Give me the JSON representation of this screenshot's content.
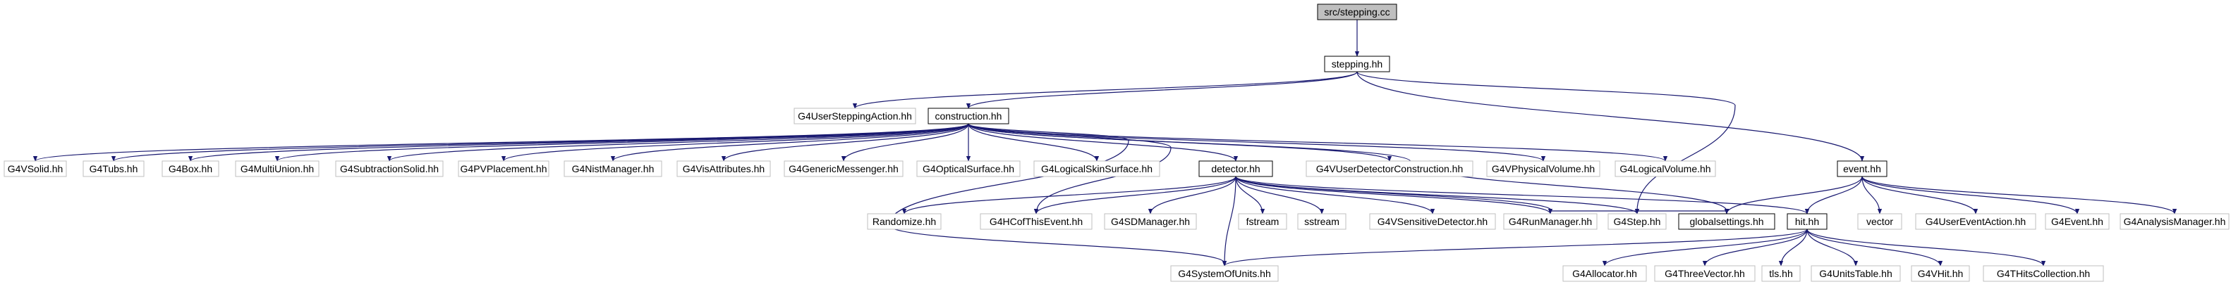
{
  "diagram": {
    "type": "include-dependency-graph",
    "colors": {
      "edge": "#191970",
      "external_border": "#bfbfbf",
      "project_border": "#000000",
      "root_fill": "#bfbfbf"
    },
    "nodes": [
      {
        "id": "stepping_cc",
        "label": "src/stepping.cc",
        "kind": "root"
      },
      {
        "id": "stepping_hh",
        "label": "stepping.hh",
        "kind": "project"
      },
      {
        "id": "G4UserSteppingAction",
        "label": "G4UserSteppingAction.hh",
        "kind": "external"
      },
      {
        "id": "construction",
        "label": "construction.hh",
        "kind": "project"
      },
      {
        "id": "event",
        "label": "event.hh",
        "kind": "project"
      },
      {
        "id": "G4VSolid",
        "label": "G4VSolid.hh",
        "kind": "external"
      },
      {
        "id": "G4Tubs",
        "label": "G4Tubs.hh",
        "kind": "external"
      },
      {
        "id": "G4Box",
        "label": "G4Box.hh",
        "kind": "external"
      },
      {
        "id": "G4MultiUnion",
        "label": "G4MultiUnion.hh",
        "kind": "external"
      },
      {
        "id": "G4SubtractionSolid",
        "label": "G4SubtractionSolid.hh",
        "kind": "external"
      },
      {
        "id": "G4PVPlacement",
        "label": "G4PVPlacement.hh",
        "kind": "external"
      },
      {
        "id": "G4NistManager",
        "label": "G4NistManager.hh",
        "kind": "external"
      },
      {
        "id": "G4VisAttributes",
        "label": "G4VisAttributes.hh",
        "kind": "external"
      },
      {
        "id": "G4GenericMessenger",
        "label": "G4GenericMessenger.hh",
        "kind": "external"
      },
      {
        "id": "G4OpticalSurface",
        "label": "G4OpticalSurface.hh",
        "kind": "external"
      },
      {
        "id": "G4LogicalSkinSurface",
        "label": "G4LogicalSkinSurface.hh",
        "kind": "external"
      },
      {
        "id": "detector",
        "label": "detector.hh",
        "kind": "project"
      },
      {
        "id": "G4VUserDetectorConstruction",
        "label": "G4VUserDetectorConstruction.hh",
        "kind": "external"
      },
      {
        "id": "G4VPhysicalVolume",
        "label": "G4VPhysicalVolume.hh",
        "kind": "external"
      },
      {
        "id": "G4LogicalVolume",
        "label": "G4LogicalVolume.hh",
        "kind": "external"
      },
      {
        "id": "Randomize",
        "label": "Randomize.hh",
        "kind": "external"
      },
      {
        "id": "G4HCofThisEvent",
        "label": "G4HCofThisEvent.hh",
        "kind": "external"
      },
      {
        "id": "G4SDManager",
        "label": "G4SDManager.hh",
        "kind": "external"
      },
      {
        "id": "fstream",
        "label": "fstream",
        "kind": "external"
      },
      {
        "id": "sstream",
        "label": "sstream",
        "kind": "external"
      },
      {
        "id": "G4VSensitiveDetector",
        "label": "G4VSensitiveDetector.hh",
        "kind": "external"
      },
      {
        "id": "G4RunManager",
        "label": "G4RunManager.hh",
        "kind": "external"
      },
      {
        "id": "G4Step",
        "label": "G4Step.hh",
        "kind": "external"
      },
      {
        "id": "globalsettings",
        "label": "globalsettings.hh",
        "kind": "project"
      },
      {
        "id": "hit",
        "label": "hit.hh",
        "kind": "project"
      },
      {
        "id": "vector",
        "label": "vector",
        "kind": "external"
      },
      {
        "id": "G4UserEventAction",
        "label": "G4UserEventAction.hh",
        "kind": "external"
      },
      {
        "id": "G4Event",
        "label": "G4Event.hh",
        "kind": "external"
      },
      {
        "id": "G4AnalysisManager",
        "label": "G4AnalysisManager.hh",
        "kind": "external"
      },
      {
        "id": "G4SystemOfUnits",
        "label": "G4SystemOfUnits.hh",
        "kind": "external"
      },
      {
        "id": "G4Allocator",
        "label": "G4Allocator.hh",
        "kind": "external"
      },
      {
        "id": "G4ThreeVector",
        "label": "G4ThreeVector.hh",
        "kind": "external"
      },
      {
        "id": "tls",
        "label": "tls.hh",
        "kind": "external"
      },
      {
        "id": "G4UnitsTable",
        "label": "G4UnitsTable.hh",
        "kind": "external"
      },
      {
        "id": "G4VHit",
        "label": "G4VHit.hh",
        "kind": "external"
      },
      {
        "id": "G4THitsCollection",
        "label": "G4THitsCollection.hh",
        "kind": "external"
      }
    ],
    "edges": [
      [
        "stepping_cc",
        "stepping_hh"
      ],
      [
        "stepping_hh",
        "G4UserSteppingAction"
      ],
      [
        "stepping_hh",
        "construction"
      ],
      [
        "stepping_hh",
        "event"
      ],
      [
        "stepping_hh",
        "G4Step"
      ],
      [
        "construction",
        "G4VSolid"
      ],
      [
        "construction",
        "G4Tubs"
      ],
      [
        "construction",
        "G4Box"
      ],
      [
        "construction",
        "G4MultiUnion"
      ],
      [
        "construction",
        "G4SubtractionSolid"
      ],
      [
        "construction",
        "G4PVPlacement"
      ],
      [
        "construction",
        "G4NistManager"
      ],
      [
        "construction",
        "G4VisAttributes"
      ],
      [
        "construction",
        "G4GenericMessenger"
      ],
      [
        "construction",
        "G4OpticalSurface"
      ],
      [
        "construction",
        "G4LogicalSkinSurface"
      ],
      [
        "construction",
        "detector"
      ],
      [
        "construction",
        "G4VUserDetectorConstruction"
      ],
      [
        "construction",
        "G4VPhysicalVolume"
      ],
      [
        "construction",
        "G4LogicalVolume"
      ],
      [
        "construction",
        "globalsettings"
      ],
      [
        "construction",
        "G4SystemOfUnits"
      ],
      [
        "construction",
        "G4HCofThisEvent"
      ],
      [
        "detector",
        "Randomize"
      ],
      [
        "detector",
        "G4HCofThisEvent"
      ],
      [
        "detector",
        "G4SDManager"
      ],
      [
        "detector",
        "fstream"
      ],
      [
        "detector",
        "sstream"
      ],
      [
        "detector",
        "G4VSensitiveDetector"
      ],
      [
        "detector",
        "G4RunManager"
      ],
      [
        "detector",
        "G4Step"
      ],
      [
        "detector",
        "globalsettings"
      ],
      [
        "detector",
        "hit"
      ],
      [
        "detector",
        "G4SystemOfUnits"
      ],
      [
        "event",
        "globalsettings"
      ],
      [
        "event",
        "hit"
      ],
      [
        "event",
        "vector"
      ],
      [
        "event",
        "G4UserEventAction"
      ],
      [
        "event",
        "G4Event"
      ],
      [
        "event",
        "G4AnalysisManager"
      ],
      [
        "hit",
        "G4SystemOfUnits"
      ],
      [
        "hit",
        "G4Allocator"
      ],
      [
        "hit",
        "G4ThreeVector"
      ],
      [
        "hit",
        "tls"
      ],
      [
        "hit",
        "G4UnitsTable"
      ],
      [
        "hit",
        "G4VHit"
      ],
      [
        "hit",
        "G4THitsCollection"
      ]
    ]
  }
}
